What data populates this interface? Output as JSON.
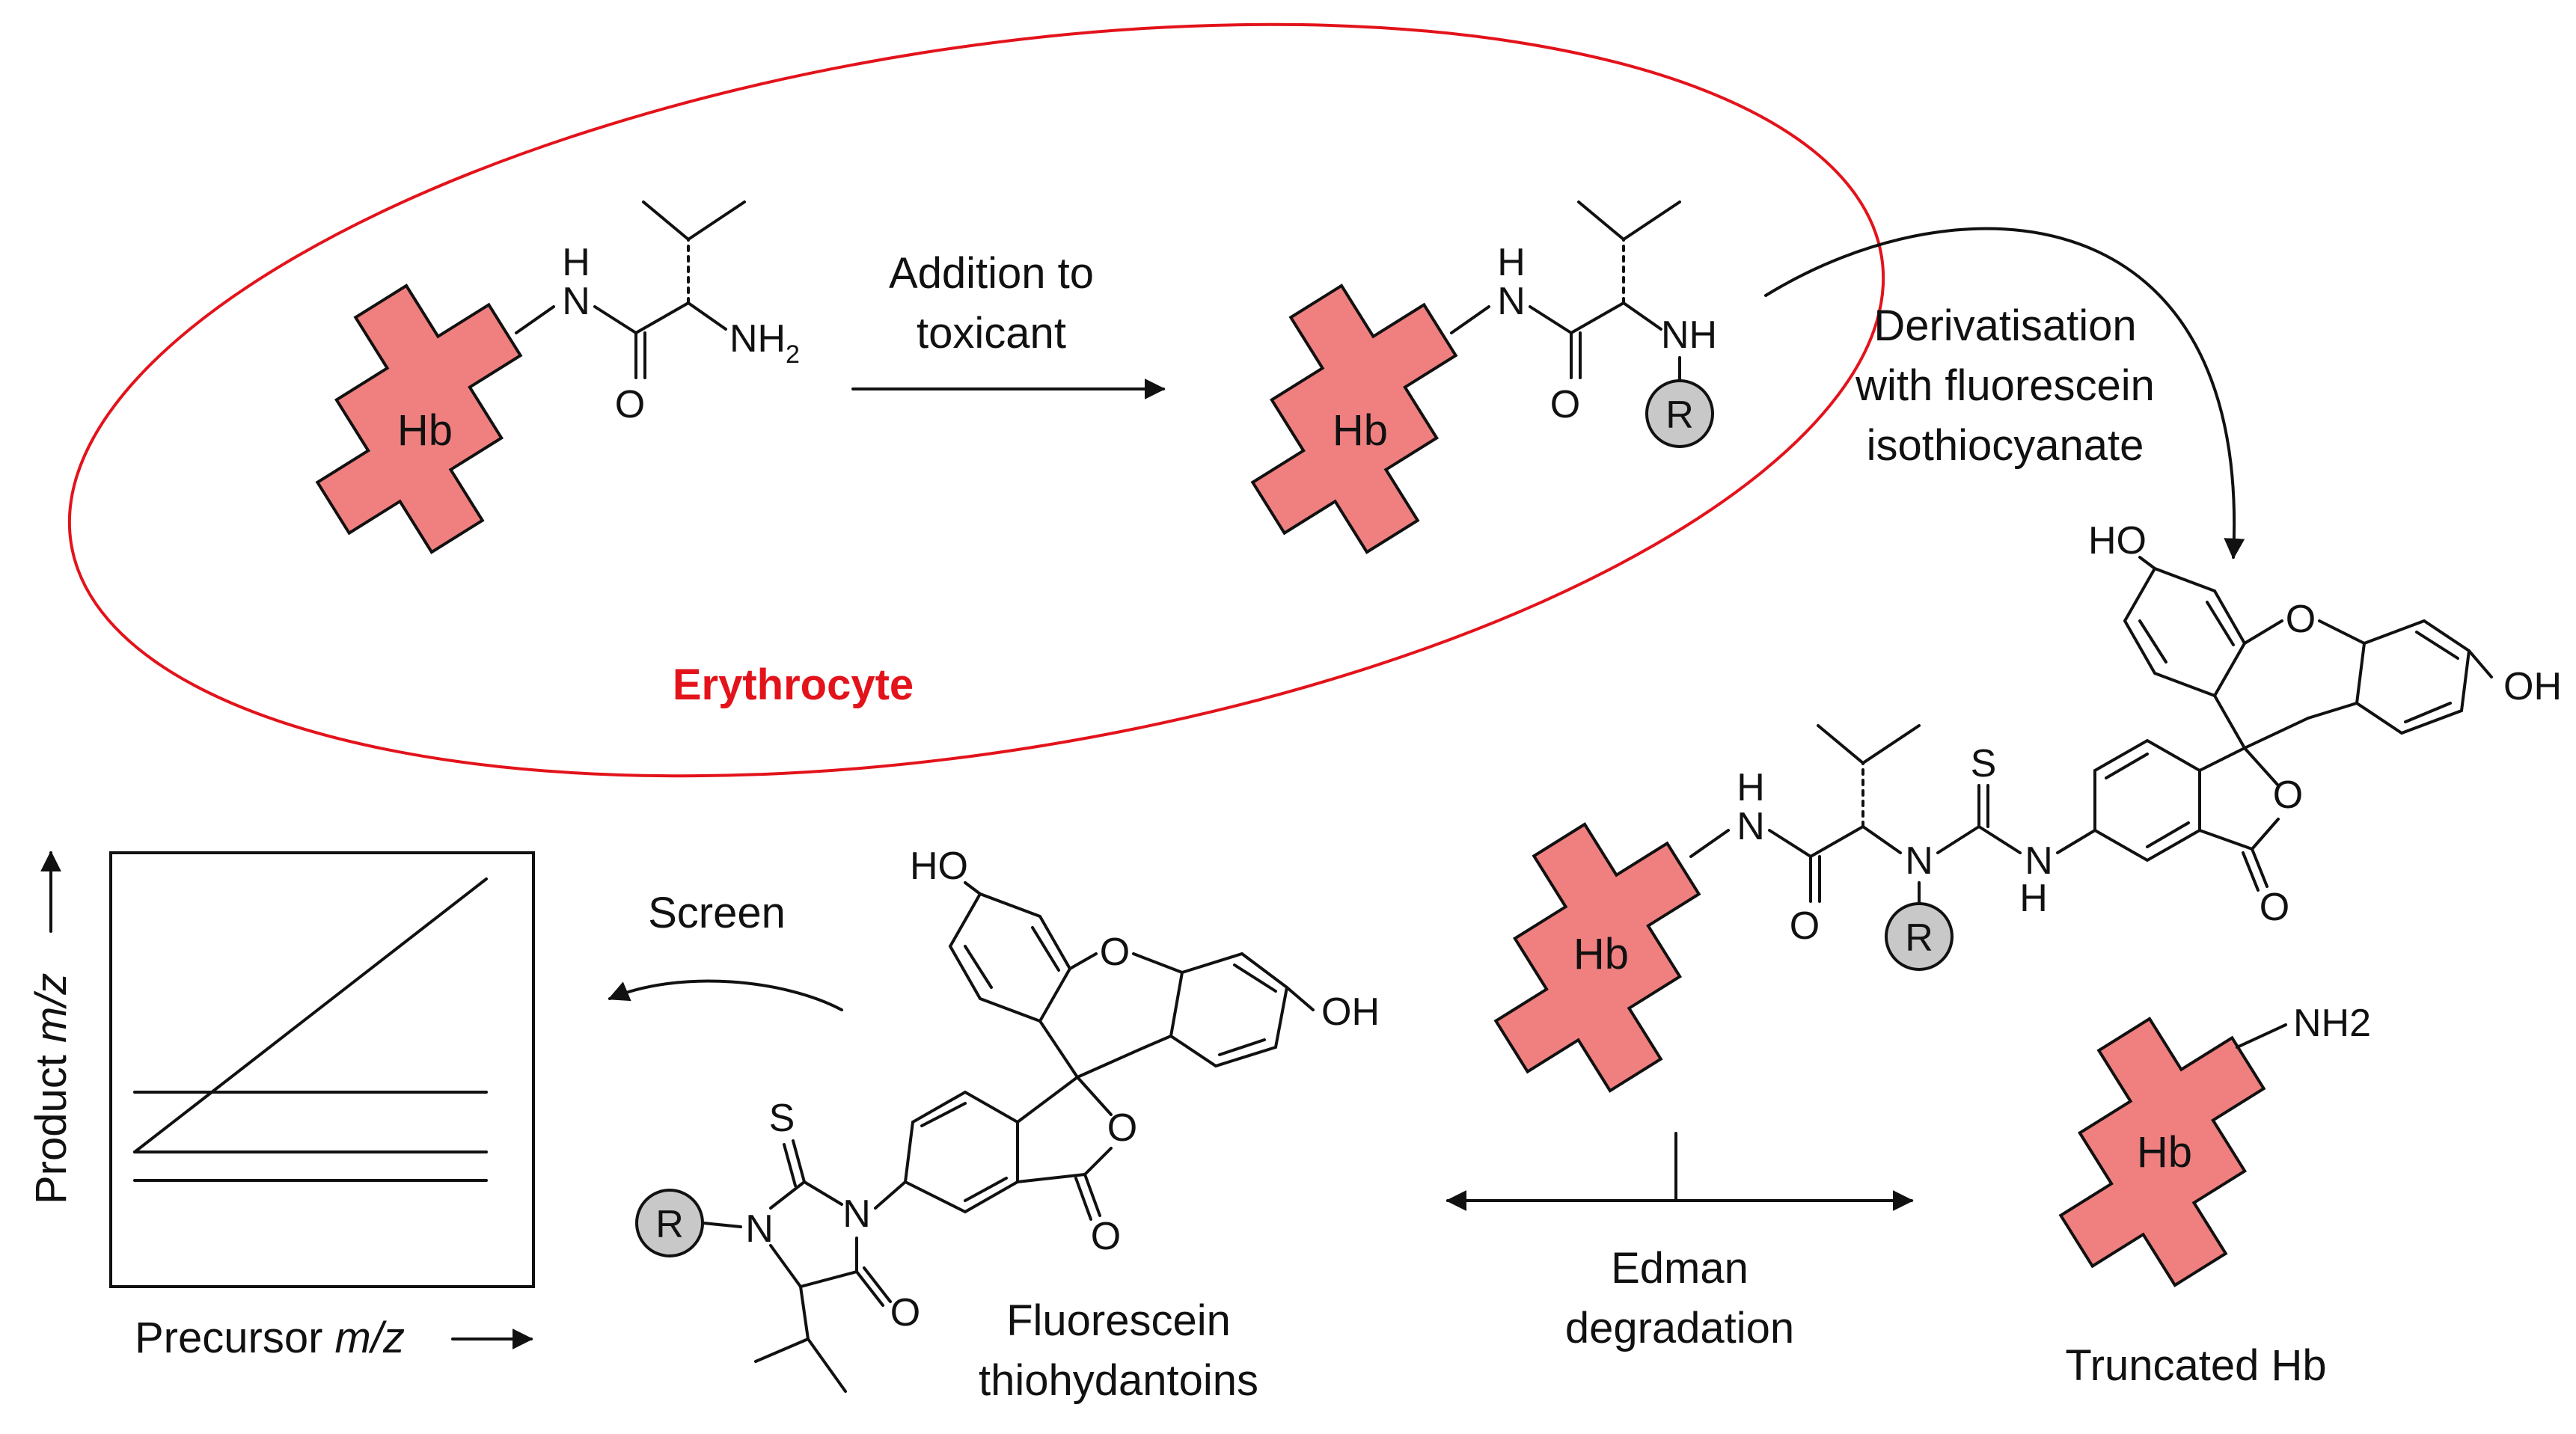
{
  "labels": {
    "hb": "Hb",
    "erythrocyte": "Erythrocyte",
    "addition_line1": "Addition to",
    "addition_line2": "toxicant",
    "deriv_line1": "Derivatisation",
    "deriv_line2": "with fluorescein",
    "deriv_line3": "isothiocyanate",
    "screen": "Screen",
    "edman_line1": "Edman",
    "edman_line2": "degradation",
    "fth_line1": "Fluorescein",
    "fth_line2": "thiohydantoins",
    "truncated": "Truncated Hb",
    "plot_y_prefix": "Product ",
    "plot_y_italic": "m/z",
    "plot_x_prefix": "Precursor ",
    "plot_x_italic": "m/z"
  },
  "atoms": {
    "H": "H",
    "N": "N",
    "NH": "NH",
    "NH2": "NH",
    "NH2_sub": "2",
    "NH2_plain": "NH2",
    "O": "O",
    "S": "S",
    "R": "R",
    "HO": "HO",
    "OH": "OH"
  },
  "colors": {
    "hb_fill": "#f08080",
    "membrane": "#e3131b",
    "r_group": "#c8c8c8"
  }
}
